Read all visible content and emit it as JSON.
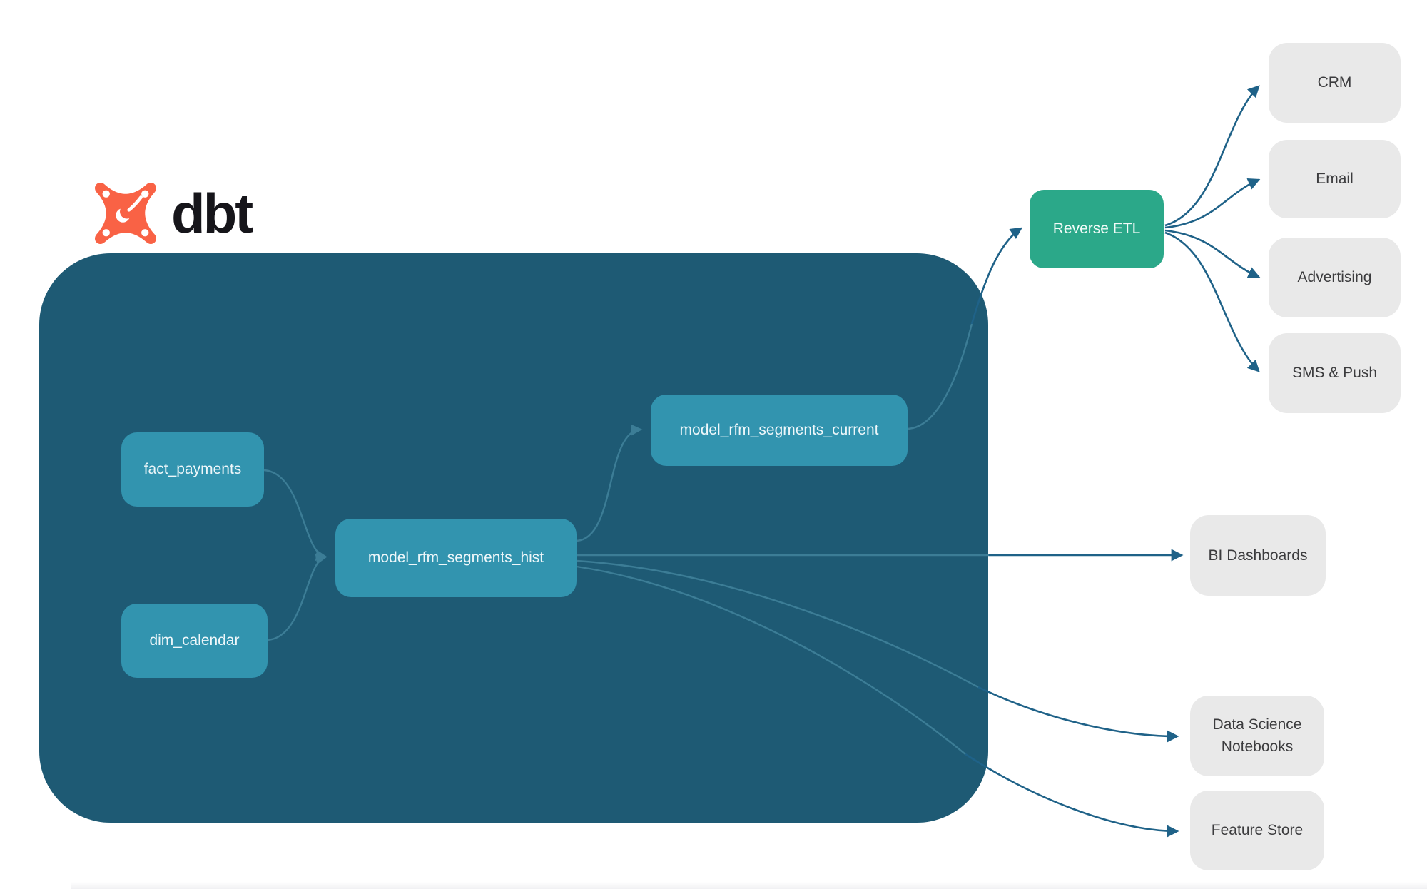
{
  "logo": {
    "text": "dbt",
    "icon": "dbt-star-icon",
    "icon_color": "#f96245"
  },
  "colors": {
    "warehouse_bg": "#1e5a74",
    "model_node": "#3294af",
    "reverse_etl_node": "#2ba889",
    "destination_node": "#e9e9e9",
    "edge_outer": "#1f6288",
    "edge_inner": "#3c7d96",
    "destination_text": "#3c3c3e",
    "node_text": "#ffffff"
  },
  "diagram": {
    "warehouse_nodes": [
      {
        "id": "fact_payments",
        "label": "fact_payments"
      },
      {
        "id": "dim_calendar",
        "label": "dim_calendar"
      },
      {
        "id": "model_rfm_segments_hist",
        "label": "model_rfm_segments_hist"
      },
      {
        "id": "model_rfm_segments_current",
        "label": "model_rfm_segments_current"
      }
    ],
    "middle_nodes": [
      {
        "id": "reverse_etl",
        "label": "Reverse ETL"
      }
    ],
    "destination_nodes": [
      {
        "id": "crm",
        "label": "CRM"
      },
      {
        "id": "email",
        "label": "Email"
      },
      {
        "id": "advertising",
        "label": "Advertising"
      },
      {
        "id": "sms_push",
        "label": "SMS & Push"
      },
      {
        "id": "bi_dashboards",
        "label": "BI Dashboards"
      },
      {
        "id": "ds_notebooks",
        "label": "Data Science Notebooks"
      },
      {
        "id": "feature_store",
        "label": "Feature Store"
      }
    ],
    "edges": [
      {
        "from": "fact_payments",
        "to": "model_rfm_segments_hist"
      },
      {
        "from": "dim_calendar",
        "to": "model_rfm_segments_hist"
      },
      {
        "from": "model_rfm_segments_hist",
        "to": "model_rfm_segments_current"
      },
      {
        "from": "model_rfm_segments_hist",
        "to": "bi_dashboards"
      },
      {
        "from": "model_rfm_segments_hist",
        "to": "ds_notebooks"
      },
      {
        "from": "model_rfm_segments_hist",
        "to": "feature_store"
      },
      {
        "from": "model_rfm_segments_current",
        "to": "reverse_etl"
      },
      {
        "from": "reverse_etl",
        "to": "crm"
      },
      {
        "from": "reverse_etl",
        "to": "email"
      },
      {
        "from": "reverse_etl",
        "to": "advertising"
      },
      {
        "from": "reverse_etl",
        "to": "sms_push"
      }
    ]
  }
}
